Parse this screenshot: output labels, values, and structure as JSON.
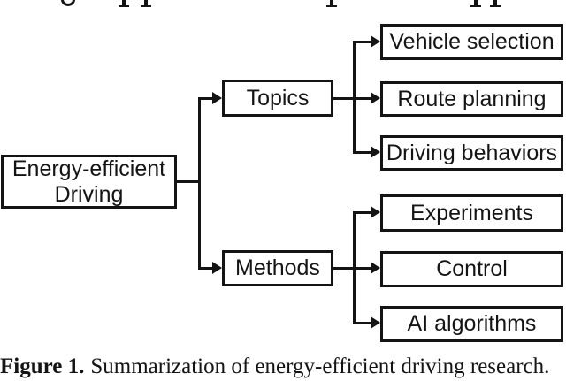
{
  "diagram": {
    "root": "Energy-efficient Driving",
    "branches": [
      {
        "label": "Topics",
        "children": [
          "Vehicle selection",
          "Route planning",
          "Driving behaviors"
        ]
      },
      {
        "label": "Methods",
        "children": [
          "Experiments",
          "Control",
          "AI algorithms"
        ]
      }
    ]
  },
  "caption": {
    "label": "Figure 1.",
    "text": "Summarization of energy-efficient driving research."
  },
  "colors": {
    "line": "#141414",
    "background": "#ffffff",
    "text": "#141414"
  }
}
